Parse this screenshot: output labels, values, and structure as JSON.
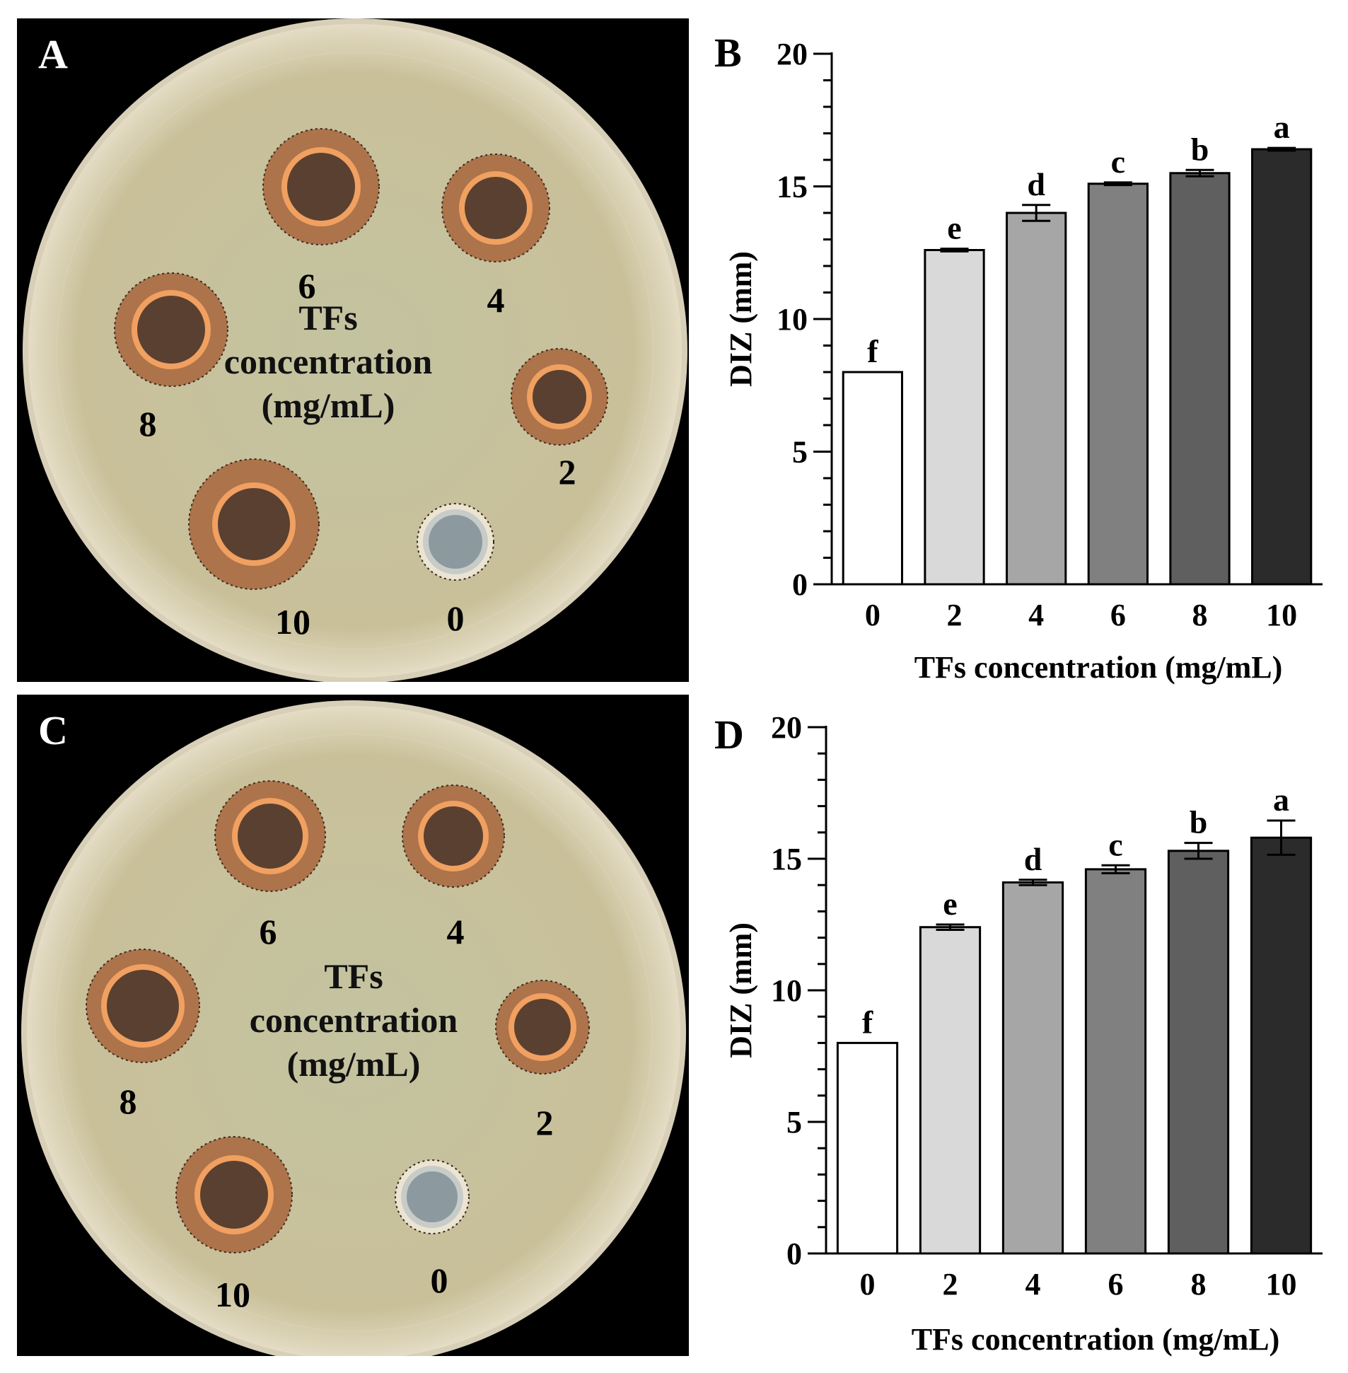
{
  "figure": {
    "panels": [
      {
        "id": "A",
        "kind": "plate",
        "center_text": [
          "TFs",
          "concentration",
          "(mg/mL)"
        ],
        "wells": [
          {
            "label": "6"
          },
          {
            "label": "4"
          },
          {
            "label": "8"
          },
          {
            "label": "2"
          },
          {
            "label": "10"
          },
          {
            "label": "0"
          }
        ]
      },
      {
        "id": "B",
        "kind": "chart"
      },
      {
        "id": "C",
        "kind": "plate",
        "center_text": [
          "TFs",
          "concentration",
          "(mg/mL)"
        ],
        "wells": [
          {
            "label": "6"
          },
          {
            "label": "4"
          },
          {
            "label": "8"
          },
          {
            "label": "2"
          },
          {
            "label": "10"
          },
          {
            "label": "0"
          }
        ]
      },
      {
        "id": "D",
        "kind": "chart"
      }
    ]
  },
  "colors": {
    "bar_fills": [
      "#ffffff",
      "#d9d9d9",
      "#a6a6a6",
      "#808080",
      "#5f5f5f",
      "#2b2b2b"
    ],
    "plate_background": "#000000",
    "agar": "#c9c09a",
    "halo": "#a8653c"
  },
  "chart_data": [
    {
      "type": "bar",
      "panel": "B",
      "categories": [
        "0",
        "2",
        "4",
        "6",
        "8",
        "10"
      ],
      "values": [
        8.0,
        12.6,
        14.0,
        15.1,
        15.5,
        16.4
      ],
      "errors": [
        0,
        0.05,
        0.3,
        0.05,
        0.12,
        0.05
      ],
      "significance": [
        "f",
        "e",
        "d",
        "c",
        "b",
        "a"
      ],
      "xlabel": "TFs concentration (mg/mL)",
      "ylabel": "DIZ (mm)",
      "ylim": [
        0,
        20
      ],
      "yticks": [
        0,
        5,
        10,
        15,
        20
      ]
    },
    {
      "type": "bar",
      "panel": "D",
      "categories": [
        "0",
        "2",
        "4",
        "6",
        "8",
        "10"
      ],
      "values": [
        8.0,
        12.4,
        14.1,
        14.6,
        15.3,
        15.8
      ],
      "errors": [
        0,
        0.1,
        0.1,
        0.15,
        0.3,
        0.65
      ],
      "significance": [
        "f",
        "e",
        "d",
        "c",
        "b",
        "a"
      ],
      "xlabel": "TFs concentration (mg/mL)",
      "ylabel": "DIZ (mm)",
      "ylim": [
        0,
        20
      ],
      "yticks": [
        0,
        5,
        10,
        15,
        20
      ]
    }
  ]
}
